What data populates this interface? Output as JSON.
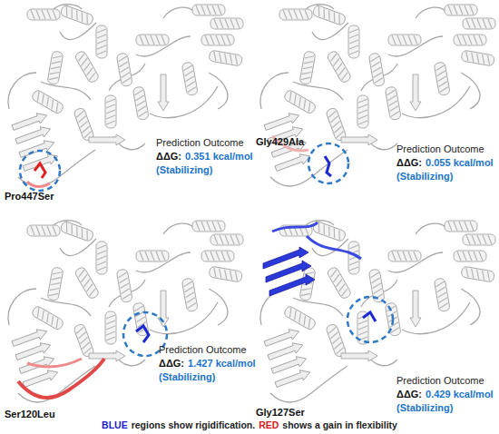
{
  "diagram": {
    "labels": [
      "Pro447Ser",
      "Prediction Outcome",
      "ΔΔG:",
      "0.351 kcal/mol",
      "(Stabilizing)",
      "Gly429Ala",
      "Prediction Outcome",
      "ΔΔG:",
      "0.055 kcal/mol",
      "(Stabilizing)",
      "Ser120Leu",
      "Prediction Outcome",
      "ΔΔG:",
      "1.427 kcal/mol",
      "(Stabilizing)",
      "Gly127Ser",
      "Prediction Outcome",
      "ΔΔG:",
      "0.429 kcal/mol",
      "(Stabilizing)",
      "BLUE",
      "regions show rigidification.",
      "RED",
      "shows a gain in flexibility"
    ]
  }
}
